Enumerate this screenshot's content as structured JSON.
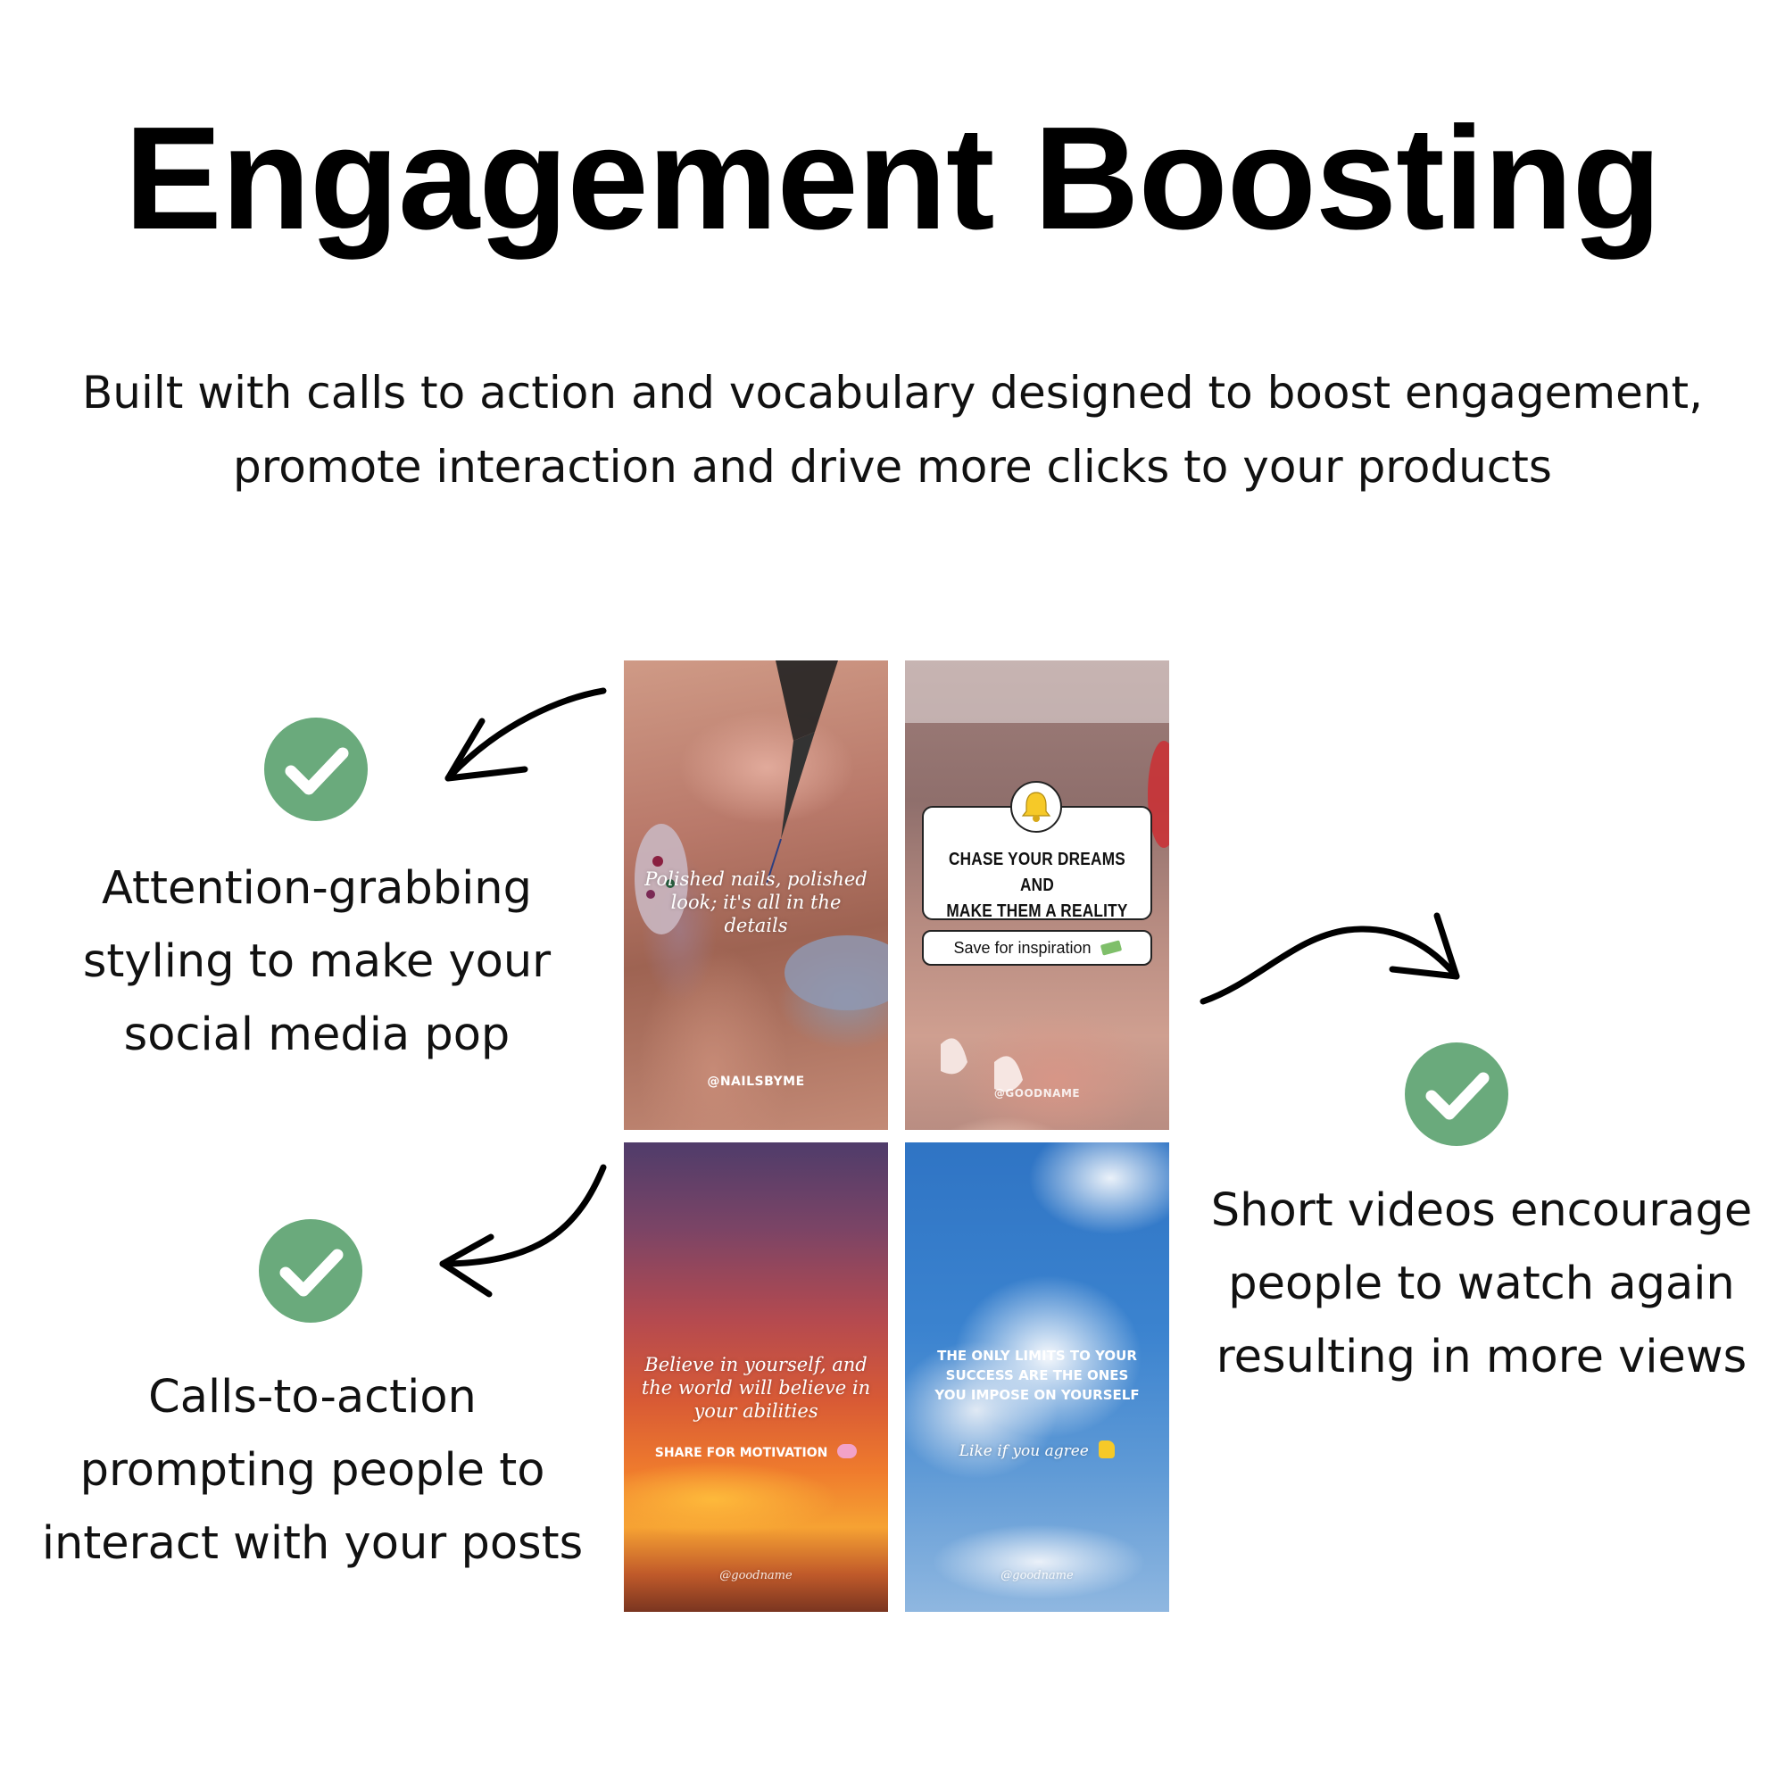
{
  "title": "Engagement Boosting",
  "subtitle": {
    "line1": "Built with calls to action and vocabulary designed to boost engagement,",
    "line2": "promote interaction and drive more clicks to your products"
  },
  "colors": {
    "check_green": "#6aaa7c",
    "text": "#111111",
    "background": "#ffffff"
  },
  "features": {
    "attention": {
      "icon": "check-circle-icon",
      "lines": [
        "Attention-grabbing",
        "styling to make your",
        "social media pop"
      ]
    },
    "cta": {
      "icon": "check-circle-icon",
      "lines": [
        "Calls-to-action",
        "prompting people to",
        "interact with your posts"
      ]
    },
    "videos": {
      "icon": "check-circle-icon",
      "lines": [
        "Short videos encourage",
        "people to watch again",
        "resulting in more views"
      ]
    }
  },
  "panels": {
    "nails": {
      "caption": [
        "Polished nails, polished",
        "look; it's all in the",
        "details"
      ],
      "handle": "@NAILSBYME"
    },
    "dreams": {
      "icon": "bell-icon",
      "card_lines": [
        "CHASE YOUR DREAMS AND",
        "MAKE THEM A REALITY"
      ],
      "save_label": "Save for inspiration",
      "save_icon": "money-icon",
      "handle": "@GOODNAME"
    },
    "sunset": {
      "caption": [
        "Believe in yourself, and",
        "the world will believe in",
        "your abilities"
      ],
      "cta": "SHARE FOR MOTIVATION",
      "cta_icon": "brain-icon",
      "handle": "@goodname"
    },
    "clouds": {
      "caption": [
        "THE ONLY LIMITS TO YOUR",
        "SUCCESS ARE THE ONES",
        "YOU IMPOSE ON YOURSELF"
      ],
      "cta": "Like if you agree",
      "cta_icon": "thumbs-up-icon",
      "handle": "@goodname"
    }
  }
}
